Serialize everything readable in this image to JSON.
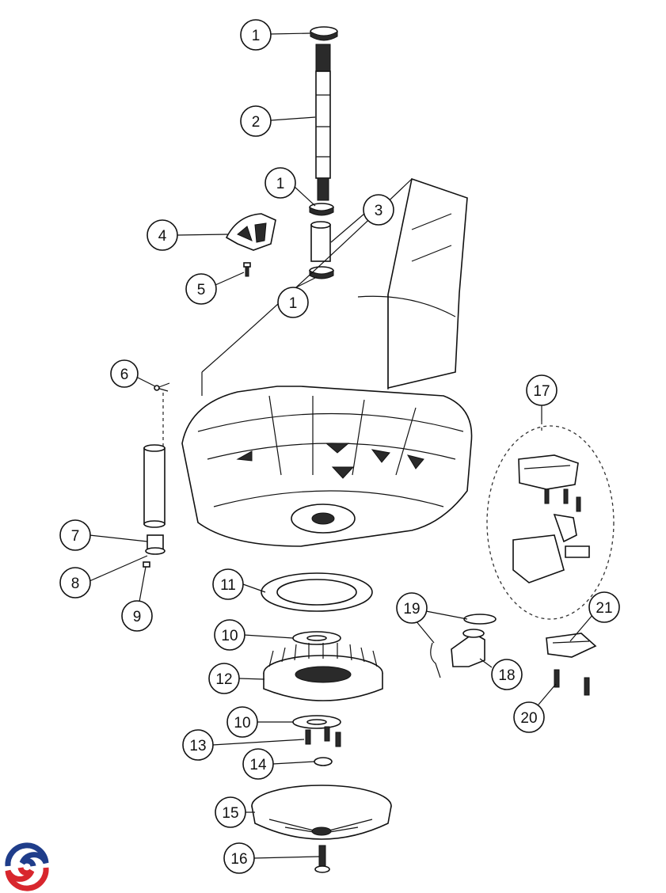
{
  "diagram": {
    "callouts": [
      {
        "id": "c1a",
        "label": "1"
      },
      {
        "id": "c2",
        "label": "2"
      },
      {
        "id": "c1b",
        "label": "1"
      },
      {
        "id": "c3",
        "label": "3"
      },
      {
        "id": "c4",
        "label": "4"
      },
      {
        "id": "c5",
        "label": "5"
      },
      {
        "id": "c1c",
        "label": "1"
      },
      {
        "id": "c6",
        "label": "6"
      },
      {
        "id": "c17",
        "label": "17"
      },
      {
        "id": "c7",
        "label": "7"
      },
      {
        "id": "c8",
        "label": "8"
      },
      {
        "id": "c9",
        "label": "9"
      },
      {
        "id": "c11",
        "label": "11"
      },
      {
        "id": "c19",
        "label": "19"
      },
      {
        "id": "c21",
        "label": "21"
      },
      {
        "id": "c10a",
        "label": "10"
      },
      {
        "id": "c12",
        "label": "12"
      },
      {
        "id": "c18",
        "label": "18"
      },
      {
        "id": "c20",
        "label": "20"
      },
      {
        "id": "c10b",
        "label": "10"
      },
      {
        "id": "c13",
        "label": "13"
      },
      {
        "id": "c14",
        "label": "14"
      },
      {
        "id": "c15",
        "label": "15"
      },
      {
        "id": "c16",
        "label": "16"
      }
    ]
  },
  "logo": {
    "icon": "brand-swirl-logo",
    "colors": [
      "#1f3d8a",
      "#d8262d"
    ]
  }
}
